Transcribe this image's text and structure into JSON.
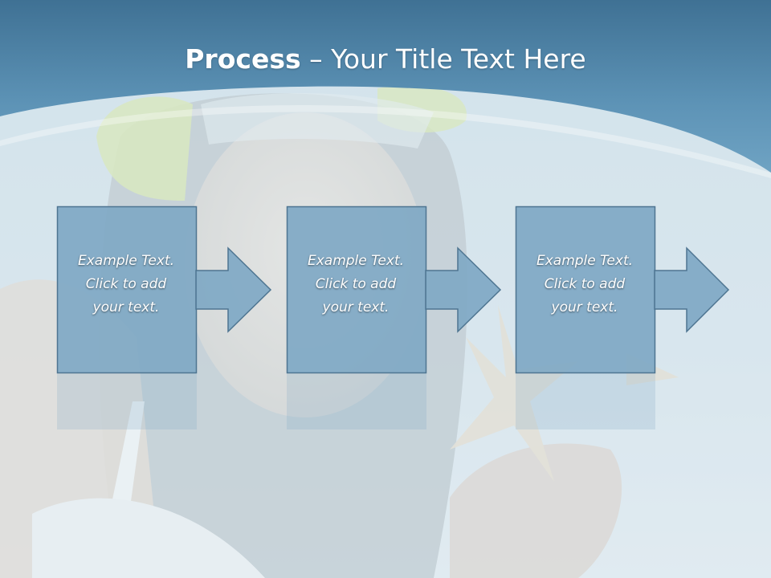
{
  "slide": {
    "title_bold": "Process",
    "title_sep": " – ",
    "title_rest": "Your Title Text Here"
  },
  "steps": [
    {
      "line1": "Example Text.",
      "line2": "Click  to add",
      "line3": "your text."
    },
    {
      "line1": "Example Text.",
      "line2": "Click  to add",
      "line3": "your text."
    },
    {
      "line1": "Example Text.",
      "line2": "Click  to add",
      "line3": "your text."
    }
  ],
  "colors": {
    "header_blue": "#4f87aa",
    "box_fill": "#7fa8c4",
    "box_border": "#4e7591",
    "text": "#ffffff"
  }
}
